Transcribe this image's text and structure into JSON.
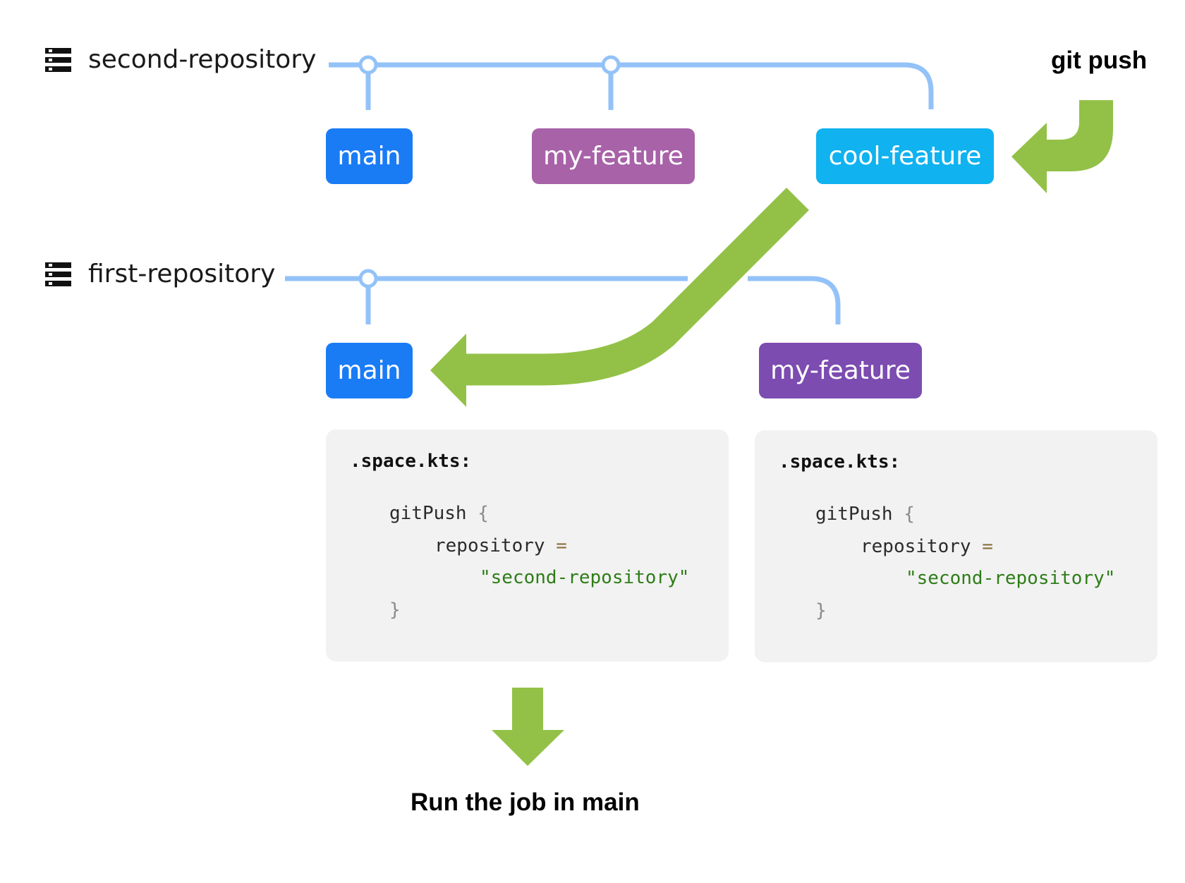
{
  "repositories": {
    "second": {
      "name": "second-repository"
    },
    "first": {
      "name": "first-repository"
    }
  },
  "branches": {
    "second_main": "main",
    "second_my_feature": "my-feature",
    "second_cool_feature": "cool-feature",
    "first_main": "main",
    "first_my_feature": "my-feature"
  },
  "labels": {
    "git_push": "git push",
    "run_job": "Run the job in main"
  },
  "code_cards": [
    {
      "title": ".space.kts:",
      "call": "gitPush",
      "open_brace": "{",
      "key": "repository",
      "equals": "=",
      "value": "\"second-repository\"",
      "close_brace": "}"
    },
    {
      "title": ".space.kts:",
      "call": "gitPush",
      "open_brace": "{",
      "key": "repository",
      "equals": "=",
      "value": "\"second-repository\"",
      "close_brace": "}"
    }
  ],
  "colors": {
    "branch_main": "#1a7cf5",
    "branch_my_feature_second": "#a862a8",
    "branch_cool_feature": "#10b2ef",
    "branch_my_feature_first": "#7c4cb0",
    "connector_line": "#93c2f8",
    "arrow_green": "#93c147",
    "code_bg": "#f2f2f2",
    "string_green": "#2e7d18"
  }
}
